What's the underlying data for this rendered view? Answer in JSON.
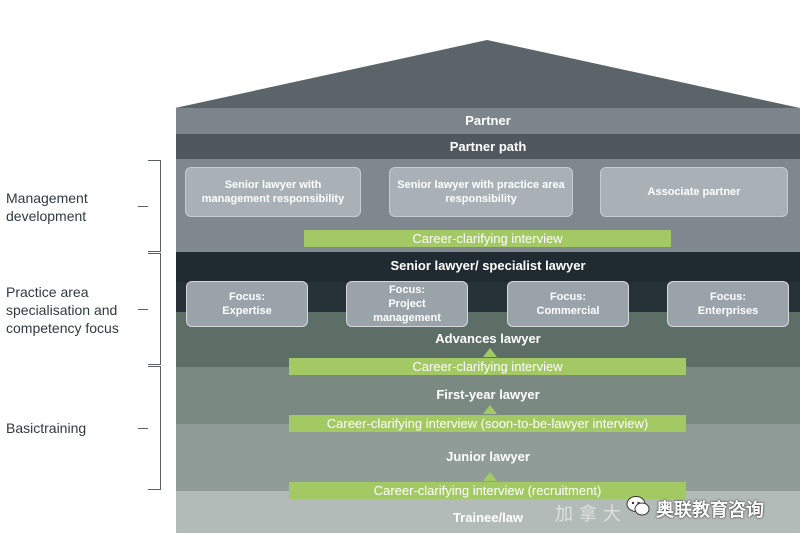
{
  "side_labels": {
    "management": "Management\ndevelopment",
    "practice": "Practice area\nspecialisation and\ncompetency focus",
    "basic": "Basictraining"
  },
  "levels": {
    "partner": "Partner",
    "partner_path": "Partner path",
    "senior": "Senior lawyer/ specialist lawyer",
    "advances": "Advances lawyer",
    "first_year": "First-year lawyer",
    "junior": "Junior lawyer",
    "trainee": "Trainee/law"
  },
  "partner_path_cards": [
    "Senior lawyer with management responsibility",
    "Senior lawyer with practice area responsibility",
    "Associate partner"
  ],
  "focus_cards": [
    "Focus:\nExpertise",
    "Focus:\nProject\nmanagement",
    "Focus:\nCommercial",
    "Focus:\nEnterprises"
  ],
  "interviews": {
    "i1": "Career-clarifying interview",
    "i2": "Career-clarifying interview",
    "i3": "Career-clarifying interview (soon-to-be-lawyer interview)",
    "i4": "Career-clarifying interview (recruitment)"
  },
  "watermark": {
    "brand": "奥联教育咨询",
    "faint": "加拿大"
  },
  "colors": {
    "roof": "#5b6469",
    "partner_band": "#7c858b",
    "partner_path_band": "#4e585e",
    "senior_band": "#1f2a31",
    "green": "#a3c964"
  }
}
